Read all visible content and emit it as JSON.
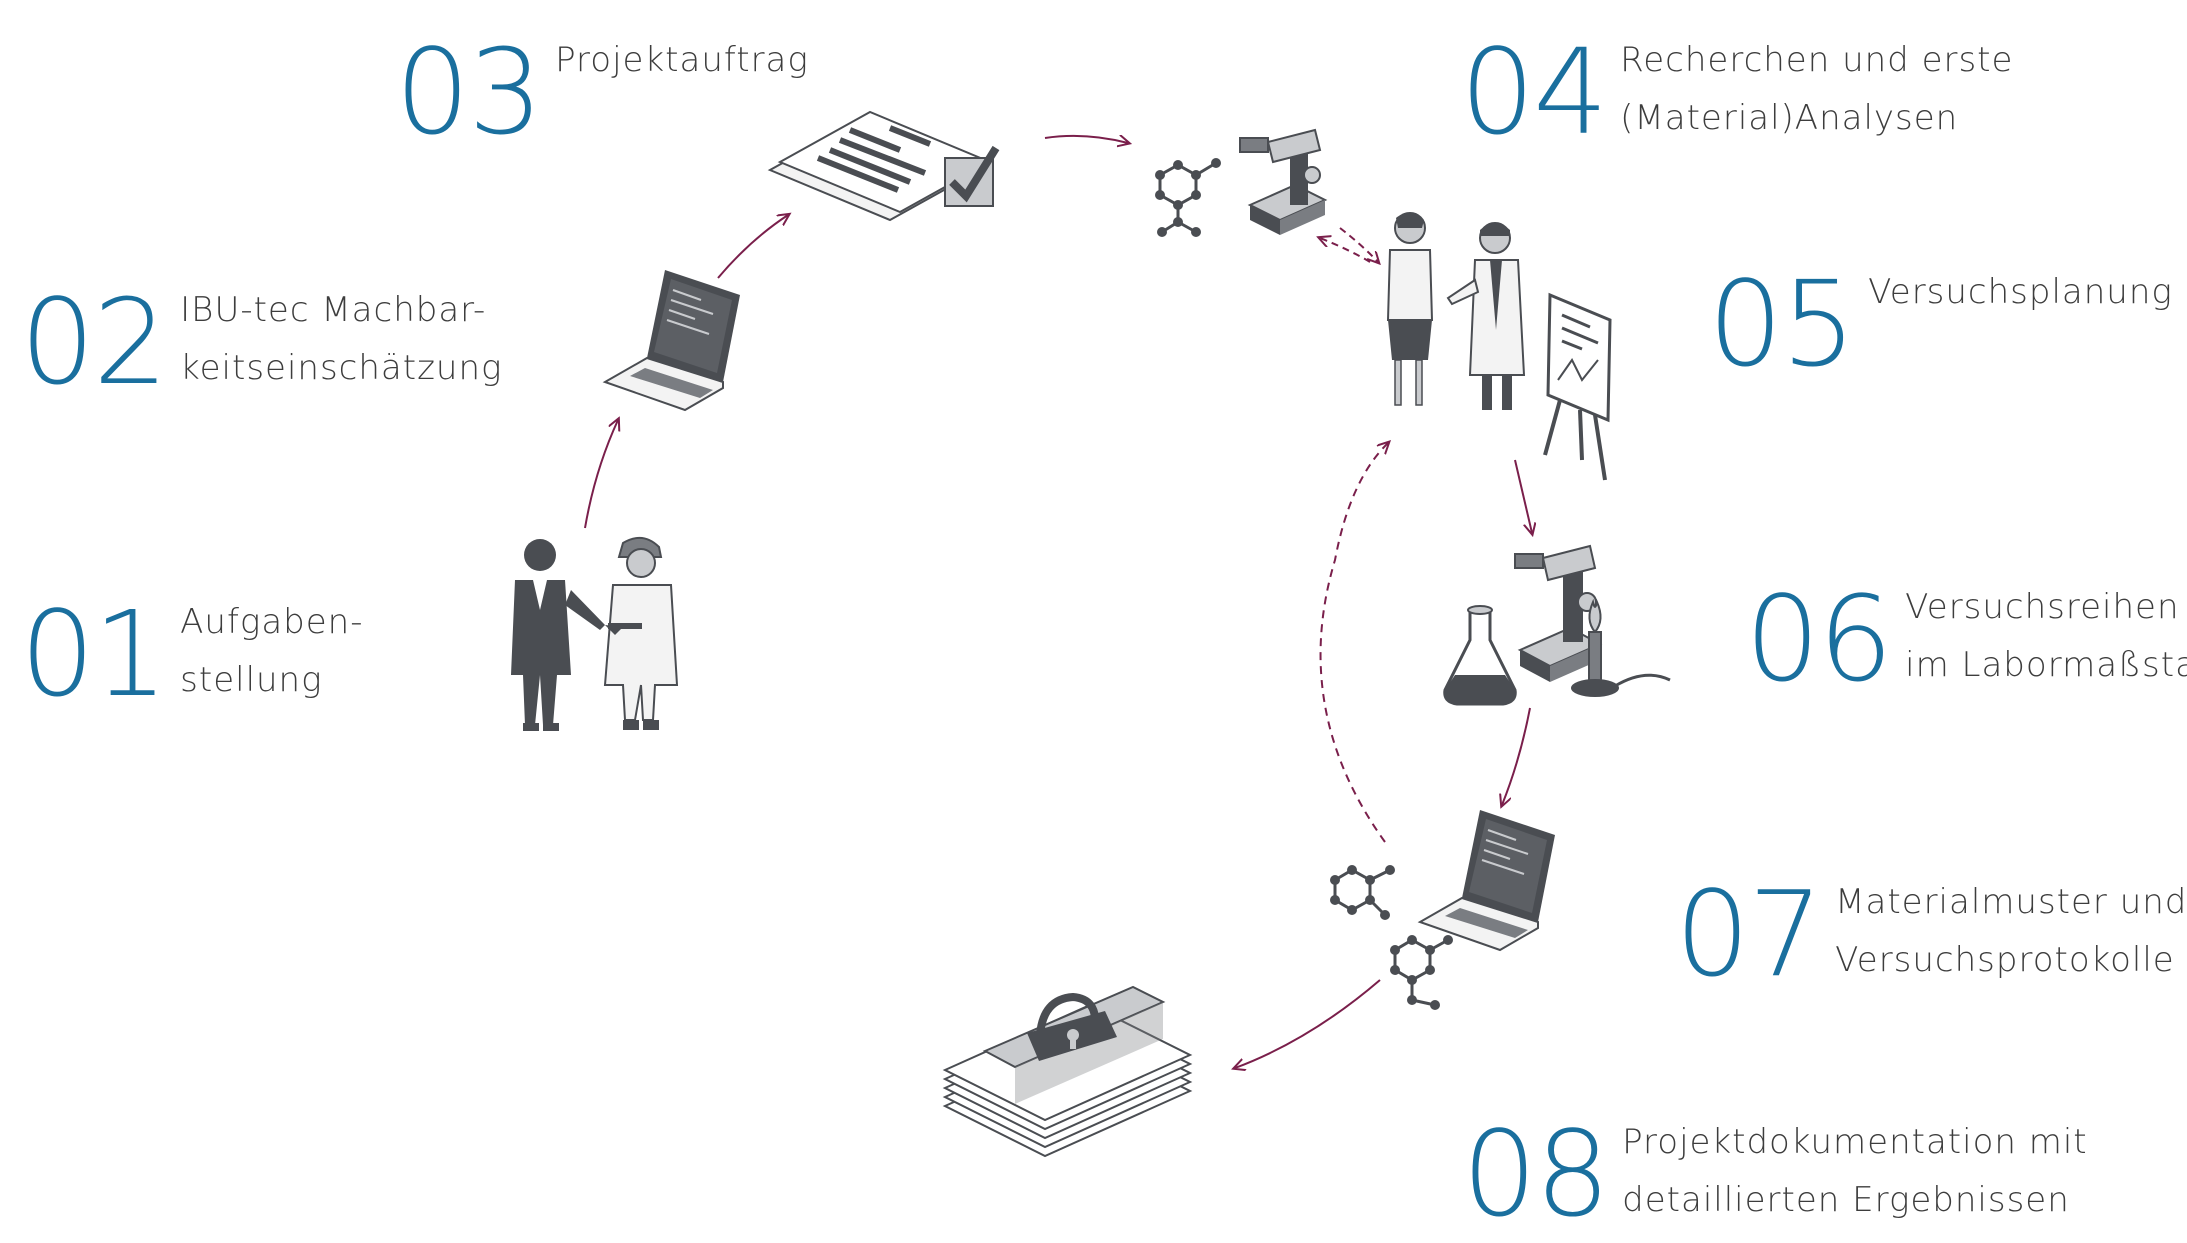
{
  "colors": {
    "number": "#1a6f9e",
    "text": "#3d3d3d",
    "arrow": "#7a1f4b",
    "icon_dark": "#4a4d52",
    "icon_mid": "#7a7d82",
    "icon_light": "#c9cbce"
  },
  "steps": [
    {
      "num": "01",
      "line1": "Aufgaben-",
      "line2": "stellung"
    },
    {
      "num": "02",
      "line1": "IBU-tec Machbar-",
      "line2": "keitseinschätzung"
    },
    {
      "num": "03",
      "line1": "Projektauftrag",
      "line2": ""
    },
    {
      "num": "04",
      "line1": "Recherchen und erste",
      "line2": "(Material)Analysen"
    },
    {
      "num": "05",
      "line1": "Versuchsplanung",
      "line2": ""
    },
    {
      "num": "06",
      "line1": "Versuchsreihen",
      "line2": "im Labormaßstab"
    },
    {
      "num": "07",
      "line1": "Materialmuster und",
      "line2": "Versuchsprotokolle"
    },
    {
      "num": "08",
      "line1": "Projektdokumentation mit",
      "line2": "detaillierten Ergebnissen"
    }
  ],
  "icons": [
    "handshake-people-icon",
    "laptop-icon",
    "contract-checkmark-icon",
    "molecule-microscope-icon",
    "team-presentation-icon",
    "lab-equipment-icon",
    "laptop-molecules-icon",
    "locked-documents-icon"
  ]
}
